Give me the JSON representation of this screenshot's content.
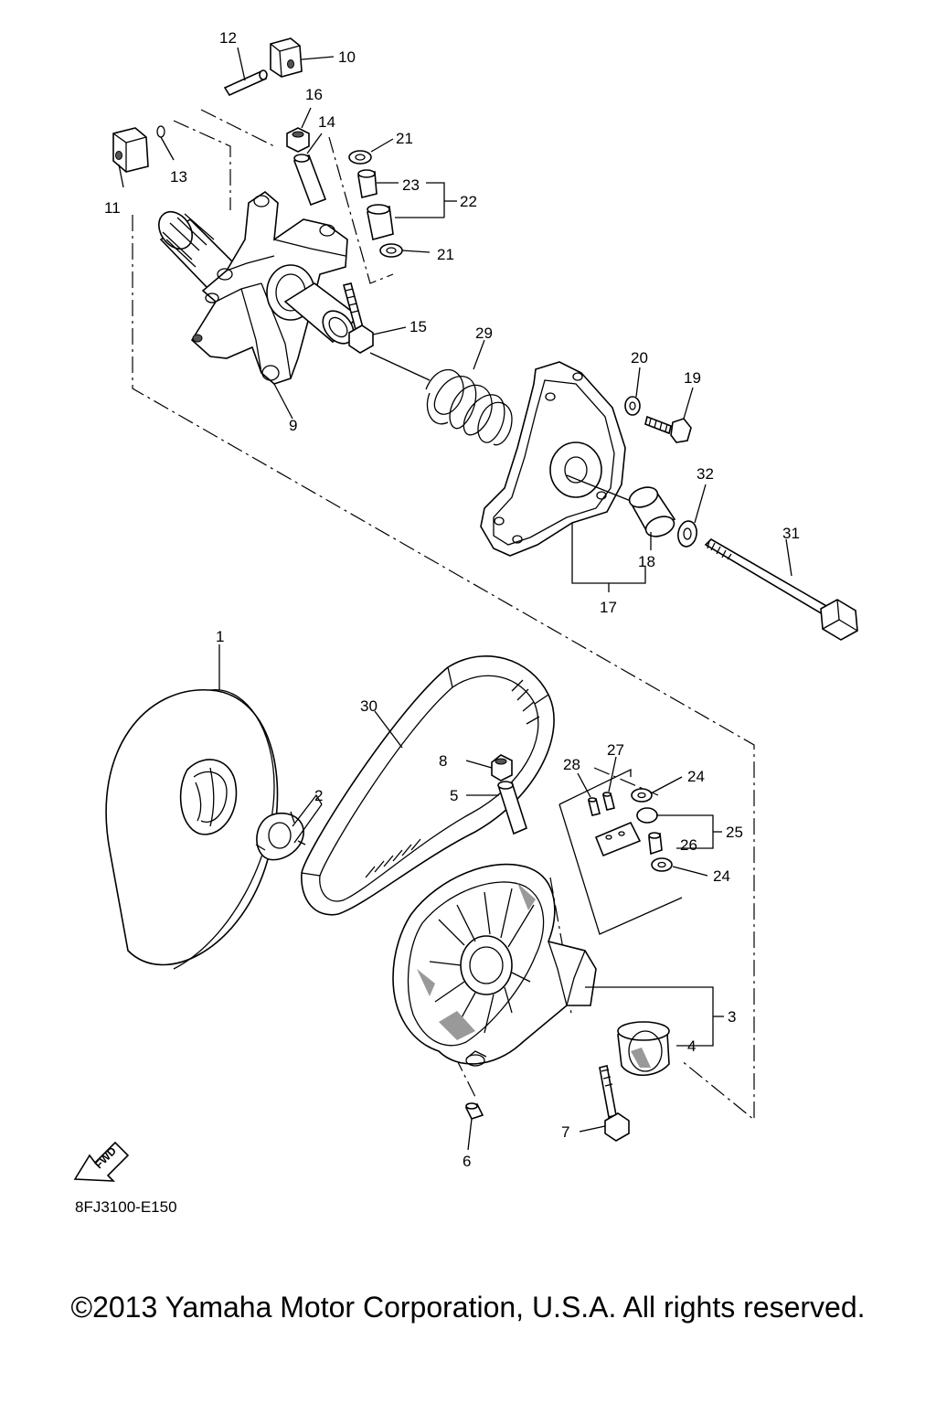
{
  "diagram": {
    "callouts": [
      {
        "id": "12",
        "label": "12"
      },
      {
        "id": "10",
        "label": "10"
      },
      {
        "id": "16",
        "label": "16"
      },
      {
        "id": "14",
        "label": "14"
      },
      {
        "id": "21a",
        "label": "21"
      },
      {
        "id": "13",
        "label": "13"
      },
      {
        "id": "23",
        "label": "23"
      },
      {
        "id": "22",
        "label": "22"
      },
      {
        "id": "11",
        "label": "11"
      },
      {
        "id": "21b",
        "label": "21"
      },
      {
        "id": "15",
        "label": "15"
      },
      {
        "id": "29",
        "label": "29"
      },
      {
        "id": "20",
        "label": "20"
      },
      {
        "id": "19",
        "label": "19"
      },
      {
        "id": "9",
        "label": "9"
      },
      {
        "id": "32",
        "label": "32"
      },
      {
        "id": "31",
        "label": "31"
      },
      {
        "id": "18",
        "label": "18"
      },
      {
        "id": "17",
        "label": "17"
      },
      {
        "id": "1",
        "label": "1"
      },
      {
        "id": "30",
        "label": "30"
      },
      {
        "id": "27",
        "label": "27"
      },
      {
        "id": "28",
        "label": "28"
      },
      {
        "id": "8",
        "label": "8"
      },
      {
        "id": "24a",
        "label": "24"
      },
      {
        "id": "5",
        "label": "5"
      },
      {
        "id": "2",
        "label": "2"
      },
      {
        "id": "25",
        "label": "25"
      },
      {
        "id": "26",
        "label": "26"
      },
      {
        "id": "24b",
        "label": "24"
      },
      {
        "id": "3",
        "label": "3"
      },
      {
        "id": "4",
        "label": "4"
      },
      {
        "id": "7",
        "label": "7"
      },
      {
        "id": "6",
        "label": "6"
      }
    ],
    "fwd_label": "FWD",
    "diagram_code": "8FJ3100-E150"
  },
  "copyright": "©2013 Yamaha Motor Corporation, U.S.A. All rights reserved."
}
